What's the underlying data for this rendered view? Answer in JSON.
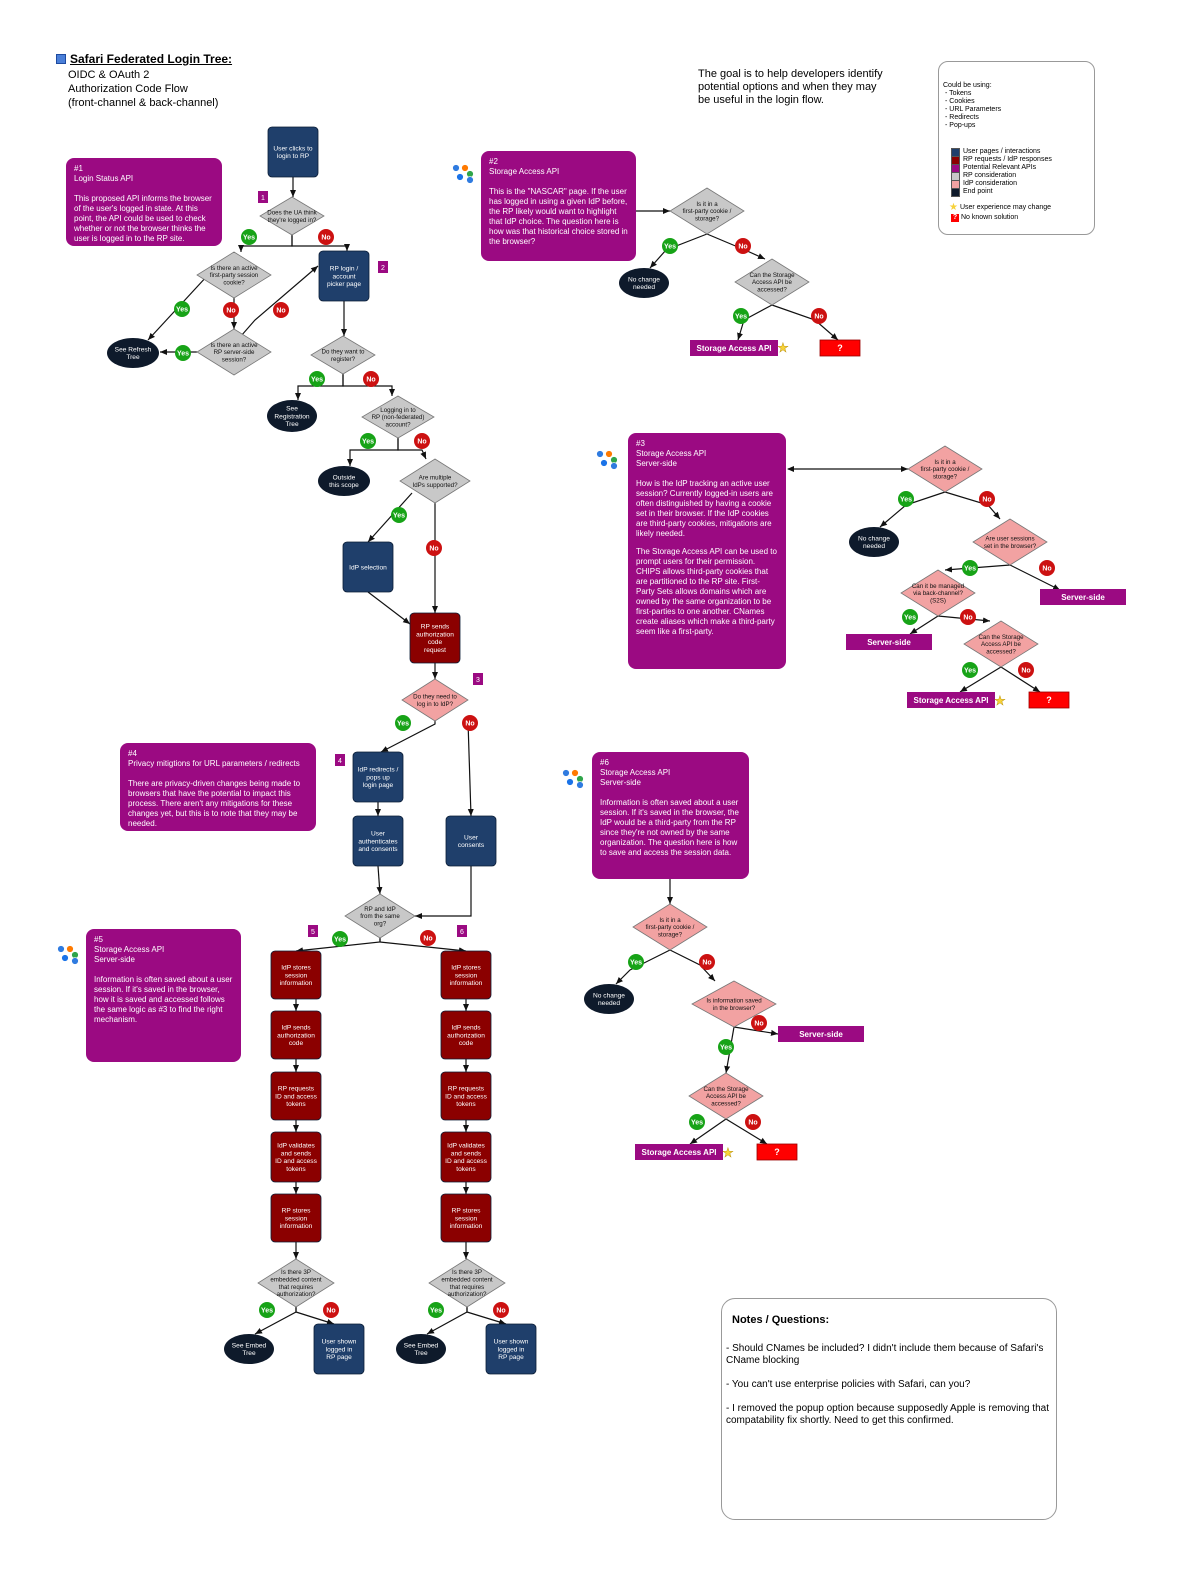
{
  "header": {
    "title": "Safari Federated Login Tree:",
    "subtitle_lines": [
      "OIDC & OAuth 2",
      "Authorization Code Flow",
      "(front-channel & back-channel)"
    ],
    "goal_lines": [
      "The goal is to help developers identify",
      "potential options and when they may",
      "be useful in the login flow."
    ]
  },
  "legend": {
    "heading": "Could be using:",
    "using_items": [
      "- Tokens",
      "- Cookies",
      "- URL Parameters",
      "- Redirects",
      "- Pop-ups"
    ],
    "key_items": [
      {
        "label": "User pages / interactions",
        "color": "#1f3f6b"
      },
      {
        "label": "RP requests / IdP responses",
        "color": "#8b0000"
      },
      {
        "label": "Potential Relevant APIs",
        "color": "#9b0a82"
      },
      {
        "label": "RP consideration",
        "color": "#c8c8c8"
      },
      {
        "label": "IdP consideration",
        "color": "#f2a2a2"
      },
      {
        "label": "End point",
        "color": "#0e1a2b"
      }
    ],
    "star_label": "User experience may change",
    "question_label": "No known solution"
  },
  "panels": [
    {
      "id": "p1",
      "heading_lines": [
        "#1",
        "Login Status API"
      ],
      "body": [
        "This proposed API informs the browser of the user's logged in state. At this point, the API could be used to check whether or not the browser thinks the user is logged in to the RP site."
      ]
    },
    {
      "id": "p2",
      "heading_lines": [
        "#2",
        "Storage Access API"
      ],
      "body": [
        "This is the \"NASCAR\" page.  If the user has logged in using a given IdP before, the RP likely would want to highlight that IdP choice.  The question here is how was that historical choice stored in the browser?"
      ]
    },
    {
      "id": "p3",
      "heading_lines": [
        "#3",
        "Storage Access API",
        "Server-side"
      ],
      "body": [
        "How is the IdP tracking an active user session? Currently logged-in users are often distinguished by having a cookie set in their browser.  If the IdP cookies are third-party cookies, mitigations are likely needed.",
        "The Storage Access API can be used to prompt users for their permission. CHIPS allows third-party cookies that are partitioned to the RP site. First-Party Sets allows domains which are owned by the same organization to be first-parties to one another. CNames create aliases which make a third-party seem like a first-party."
      ]
    },
    {
      "id": "p4",
      "heading_lines": [
        "#4",
        "Privacy mitigtions for URL parameters / redirects"
      ],
      "body": [
        "There are privacy-driven changes being made to browsers that have the potential to impact this process.  There aren't any mitigations for these changes yet, but this is to note that they may be needed."
      ]
    },
    {
      "id": "p5",
      "heading_lines": [
        "#5",
        "Storage Access API",
        "Server-side"
      ],
      "body": [
        "Information is often saved about a user session.  If it's saved in the browser, how it is saved and accessed follows the same logic as #3 to find the right mechanism."
      ]
    },
    {
      "id": "p6",
      "heading_lines": [
        "#6",
        "Storage Access API",
        "Server-side"
      ],
      "body": [
        "Information is often saved about a user session.  If it's saved in the browser, the IdP would be a third-party from the RP since they're not owned by the same organization.  The question here is how to save and access the session data."
      ]
    }
  ],
  "nodes": [
    {
      "id": "start",
      "kind": "rect",
      "fill": "#1f3f6b",
      "lines": [
        "User clicks to",
        "login to RP"
      ]
    },
    {
      "id": "d_logged",
      "kind": "diamond",
      "fill": "#c8c8c8",
      "lines": [
        "Does the UA think",
        "they're logged in?"
      ]
    },
    {
      "id": "d_cookie",
      "kind": "diamond",
      "fill": "#c8c8c8",
      "lines": [
        "Is there an active",
        "first-party session",
        "cookie?"
      ]
    },
    {
      "id": "rp_login",
      "kind": "rect",
      "fill": "#1f3f6b",
      "lines": [
        "RP login /",
        "account",
        "picker page"
      ]
    },
    {
      "id": "d_server",
      "kind": "diamond",
      "fill": "#c8c8c8",
      "lines": [
        "Is there an active",
        "RP server-side",
        "session?"
      ]
    },
    {
      "id": "e_refresh",
      "kind": "end",
      "fill": "#0e1a2b",
      "lines": [
        "See Refresh",
        "Tree"
      ]
    },
    {
      "id": "d_register",
      "kind": "diamond",
      "fill": "#c8c8c8",
      "lines": [
        "Do they want to",
        "register?"
      ]
    },
    {
      "id": "e_register",
      "kind": "end",
      "fill": "#0e1a2b",
      "lines": [
        "See",
        "Registration",
        "Tree"
      ]
    },
    {
      "id": "d_nonfed",
      "kind": "diamond",
      "fill": "#c8c8c8",
      "lines": [
        "Logging in to",
        "RP (non-federated)",
        "account?"
      ]
    },
    {
      "id": "e_scope",
      "kind": "end",
      "fill": "#0e1a2b",
      "lines": [
        "Outside",
        "this scope"
      ]
    },
    {
      "id": "d_multi",
      "kind": "diamond",
      "fill": "#c8c8c8",
      "lines": [
        "Are multiple",
        "IdPs supported?"
      ]
    },
    {
      "id": "idp_select",
      "kind": "rect",
      "fill": "#1f3f6b",
      "lines": [
        "IdP selection"
      ]
    },
    {
      "id": "rp_sends",
      "kind": "rect",
      "fill": "#8b0000",
      "lines": [
        "RP sends",
        "authorization",
        "code",
        "request"
      ]
    },
    {
      "id": "d_login_idp",
      "kind": "diamond",
      "fill": "#f2a2a2",
      "lines": [
        "Do they need to",
        "log in to IdP?"
      ]
    },
    {
      "id": "idp_redirect",
      "kind": "rect",
      "fill": "#1f3f6b",
      "lines": [
        "IdP redirects /",
        "pops up",
        "login page"
      ]
    },
    {
      "id": "user_auth",
      "kind": "rect",
      "fill": "#1f3f6b",
      "lines": [
        "User",
        "authenticates",
        "and consents"
      ]
    },
    {
      "id": "user_consents",
      "kind": "rect",
      "fill": "#1f3f6b",
      "lines": [
        "User",
        "consents"
      ]
    },
    {
      "id": "d_sameorg",
      "kind": "diamond",
      "fill": "#c8c8c8",
      "lines": [
        "RP and IdP",
        "from the same",
        "org?"
      ]
    },
    {
      "id": "l1",
      "kind": "rect",
      "fill": "#8b0000",
      "lines": [
        "IdP stores",
        "session",
        "information"
      ]
    },
    {
      "id": "l2",
      "kind": "rect",
      "fill": "#8b0000",
      "lines": [
        "IdP sends",
        "authorization",
        "code"
      ]
    },
    {
      "id": "l3",
      "kind": "rect",
      "fill": "#8b0000",
      "lines": [
        "RP requests",
        "ID and access",
        "tokens"
      ]
    },
    {
      "id": "l4",
      "kind": "rect",
      "fill": "#8b0000",
      "lines": [
        "IdP validates",
        "and sends",
        "ID and access",
        "tokens"
      ]
    },
    {
      "id": "l5",
      "kind": "rect",
      "fill": "#8b0000",
      "lines": [
        "RP stores",
        "session",
        "information"
      ]
    },
    {
      "id": "l_d3p",
      "kind": "diamond",
      "fill": "#c8c8c8",
      "lines": [
        "Is there 3P",
        "embedded content",
        "that requires",
        "authorization?"
      ]
    },
    {
      "id": "l_embed",
      "kind": "end",
      "fill": "#0e1a2b",
      "lines": [
        "See Embed",
        "Tree"
      ]
    },
    {
      "id": "l_shown",
      "kind": "rect",
      "fill": "#1f3f6b",
      "lines": [
        "User shown",
        "logged in",
        "RP page"
      ]
    },
    {
      "id": "r1",
      "kind": "rect",
      "fill": "#8b0000",
      "lines": [
        "IdP stores",
        "session",
        "information"
      ]
    },
    {
      "id": "r2",
      "kind": "rect",
      "fill": "#8b0000",
      "lines": [
        "IdP sends",
        "authorization",
        "code"
      ]
    },
    {
      "id": "r3",
      "kind": "rect",
      "fill": "#8b0000",
      "lines": [
        "RP requests",
        "ID and access",
        "tokens"
      ]
    },
    {
      "id": "r4",
      "kind": "rect",
      "fill": "#8b0000",
      "lines": [
        "IdP validates",
        "and sends",
        "ID and access",
        "tokens"
      ]
    },
    {
      "id": "r5",
      "kind": "rect",
      "fill": "#8b0000",
      "lines": [
        "RP stores",
        "session",
        "information"
      ]
    },
    {
      "id": "r_d3p",
      "kind": "diamond",
      "fill": "#c8c8c8",
      "lines": [
        "Is there 3P",
        "embedded content",
        "that requires",
        "authorization?"
      ]
    },
    {
      "id": "r_embed",
      "kind": "end",
      "fill": "#0e1a2b",
      "lines": [
        "See Embed",
        "Tree"
      ]
    },
    {
      "id": "r_shown",
      "kind": "rect",
      "fill": "#1f3f6b",
      "lines": [
        "User shown",
        "logged in",
        "RP page"
      ]
    },
    {
      "id": "t2_d1",
      "kind": "diamond",
      "fill": "#c8c8c8",
      "lines": [
        "Is it in a",
        "first-party cookie /",
        "storage?"
      ]
    },
    {
      "id": "t2_nochange",
      "kind": "end",
      "fill": "#0e1a2b",
      "lines": [
        "No change",
        "needed"
      ]
    },
    {
      "id": "t2_d2",
      "kind": "diamond",
      "fill": "#c8c8c8",
      "lines": [
        "Can the Storage",
        "Access API be",
        "accessed?"
      ]
    },
    {
      "id": "t2_saa",
      "kind": "bar",
      "fill": "#9b0a82",
      "lines": [
        "Storage Access API"
      ]
    },
    {
      "id": "t2_q",
      "kind": "qbox",
      "fill": "#ff0000",
      "lines": [
        "?"
      ]
    },
    {
      "id": "t3_d1",
      "kind": "diamond",
      "fill": "#f2a2a2",
      "lines": [
        "Is it in a",
        "first-party cookie /",
        "storage?"
      ]
    },
    {
      "id": "t3_nochange",
      "kind": "end",
      "fill": "#0e1a2b",
      "lines": [
        "No change",
        "needed"
      ]
    },
    {
      "id": "t3_d2",
      "kind": "diamond",
      "fill": "#f2a2a2",
      "lines": [
        "Are user sessions",
        "set in the browser?"
      ]
    },
    {
      "id": "t3_server1",
      "kind": "bar",
      "fill": "#9b0a82",
      "lines": [
        "Server-side"
      ]
    },
    {
      "id": "t3_d3",
      "kind": "diamond",
      "fill": "#f2a2a2",
      "lines": [
        "Can it be managed",
        "via back-channel?",
        "(S2S)"
      ]
    },
    {
      "id": "t3_server2",
      "kind": "bar",
      "fill": "#9b0a82",
      "lines": [
        "Server-side"
      ]
    },
    {
      "id": "t3_d4",
      "kind": "diamond",
      "fill": "#f2a2a2",
      "lines": [
        "Can the Storage",
        "Access API be",
        "accessed?"
      ]
    },
    {
      "id": "t3_saa",
      "kind": "bar",
      "fill": "#9b0a82",
      "lines": [
        "Storage Access API"
      ]
    },
    {
      "id": "t3_q",
      "kind": "qbox",
      "fill": "#ff0000",
      "lines": [
        "?"
      ]
    },
    {
      "id": "t6_d1",
      "kind": "diamond",
      "fill": "#f2a2a2",
      "lines": [
        "Is it in a",
        "first-party cookie /",
        "storage?"
      ]
    },
    {
      "id": "t6_nochange",
      "kind": "end",
      "fill": "#0e1a2b",
      "lines": [
        "No change",
        "needed"
      ]
    },
    {
      "id": "t6_d2",
      "kind": "diamond",
      "fill": "#f2a2a2",
      "lines": [
        "Is information saved",
        "in the browser?"
      ]
    },
    {
      "id": "t6_server",
      "kind": "bar",
      "fill": "#9b0a82",
      "lines": [
        "Server-side"
      ]
    },
    {
      "id": "t6_d3",
      "kind": "diamond",
      "fill": "#f2a2a2",
      "lines": [
        "Can the Storage",
        "Access API be",
        "accessed?"
      ]
    },
    {
      "id": "t6_saa",
      "kind": "bar",
      "fill": "#9b0a82",
      "lines": [
        "Storage Access API"
      ]
    },
    {
      "id": "t6_q",
      "kind": "qbox",
      "fill": "#ff0000",
      "lines": [
        "?"
      ]
    }
  ],
  "badges": [
    "Yes",
    "No"
  ],
  "step_tags": [
    "1",
    "2",
    "3",
    "4",
    "5",
    "6"
  ],
  "colors": {
    "yes": "#17a317",
    "no": "#cc1111",
    "star": "#f7d23a",
    "tag": "#9b0a82"
  },
  "notes": {
    "title": "Notes / Questions:",
    "items": [
      "- Should CNames be included? I didn't include them because of Safari's CName blocking",
      "- You can't use enterprise policies with Safari, can you?",
      "- I removed the popup option because supposedly Apple is removing that compatability fix shortly.  Need to get this confirmed."
    ]
  }
}
